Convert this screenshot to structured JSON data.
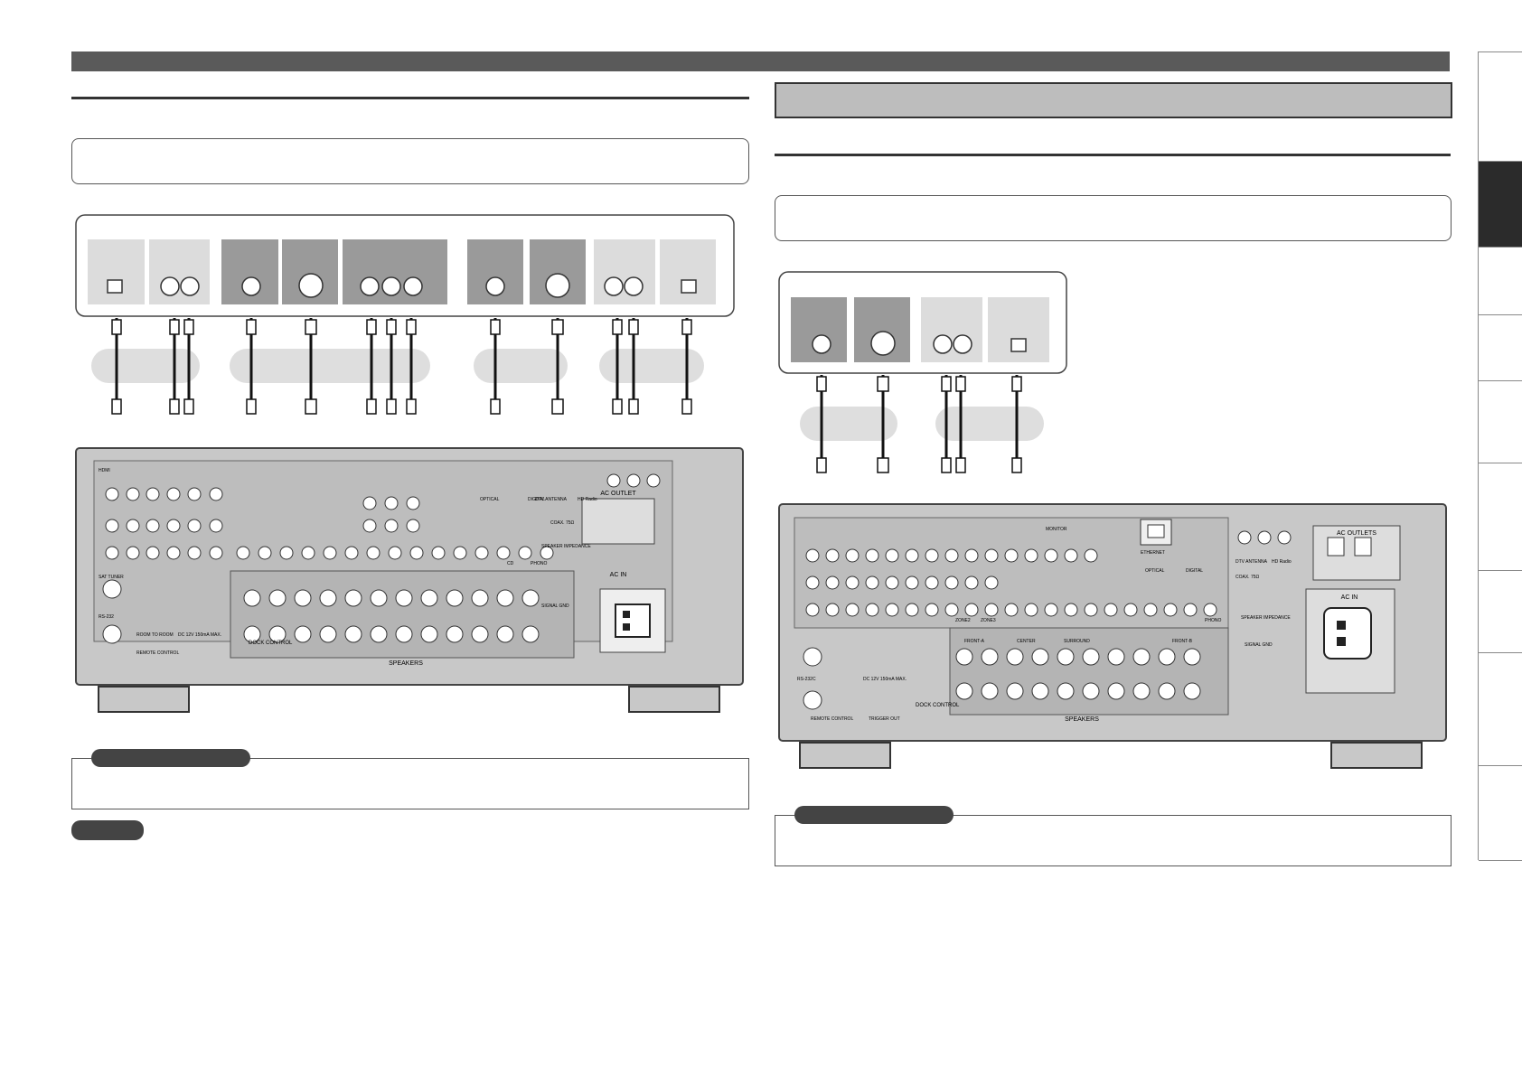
{
  "left_diagram": {
    "speakers_label": "SPEAKERS",
    "dock_label": "DOCK CONTROL",
    "remote_label": "REMOTE CONTROL",
    "room_to_room_label": "ROOM TO ROOM",
    "trigger_label": "DC 12V 150mA MAX.",
    "ac_in_label": "AC IN",
    "ac_outlet_label": "AC OUTLET",
    "rs232_label": "RS-232",
    "sat_label": "SAT TUNER",
    "optical_label": "OPTICAL",
    "digital_label": "DIGITAL",
    "hdmi_label": "HDMI",
    "dtv_label": "DTV ANTENNA",
    "hdradio_label": "HD Radio",
    "coax_label": "COAX. 75Ω",
    "impedance_label": "SPEAKER IMPEDANCE",
    "phono_label": "PHONO",
    "cd_label": "CD",
    "signal_gnd_label": "SIGNAL GND"
  },
  "right_diagram": {
    "speakers_label": "SPEAKERS",
    "dock_label": "DOCK CONTROL",
    "remote_label": "REMOTE CONTROL",
    "trigger_label": "DC 12V 150mA MAX.",
    "trigger_out_label": "TRIGGER OUT",
    "ac_in_label": "AC IN",
    "ac_outlets_label": "AC OUTLETS",
    "rs232_label": "RS-232C",
    "ethernet_label": "ETHERNET",
    "monitor_label": "MONITOR",
    "optical_label": "OPTICAL",
    "digital_label": "DIGITAL",
    "dtv_label": "DTV ANTENNA",
    "hdradio_label": "HD Radio",
    "coax_label": "COAX. 75Ω",
    "impedance_label": "SPEAKER IMPEDANCE",
    "phono_label": "PHONO",
    "front_a_label": "FRONT-A",
    "front_b_label": "FRONT-B",
    "center_label": "CENTER",
    "surround_label": "SURROUND",
    "signal_gnd_label": "SIGNAL GND",
    "zone2_label": "ZONE2",
    "zone3_label": "ZONE3"
  },
  "colors": {
    "header_bar": "#5a5a5a",
    "panel_fill": "#c8c8c8",
    "device_dark": "#9a9a9a",
    "device_light": "#dcdcdc"
  }
}
